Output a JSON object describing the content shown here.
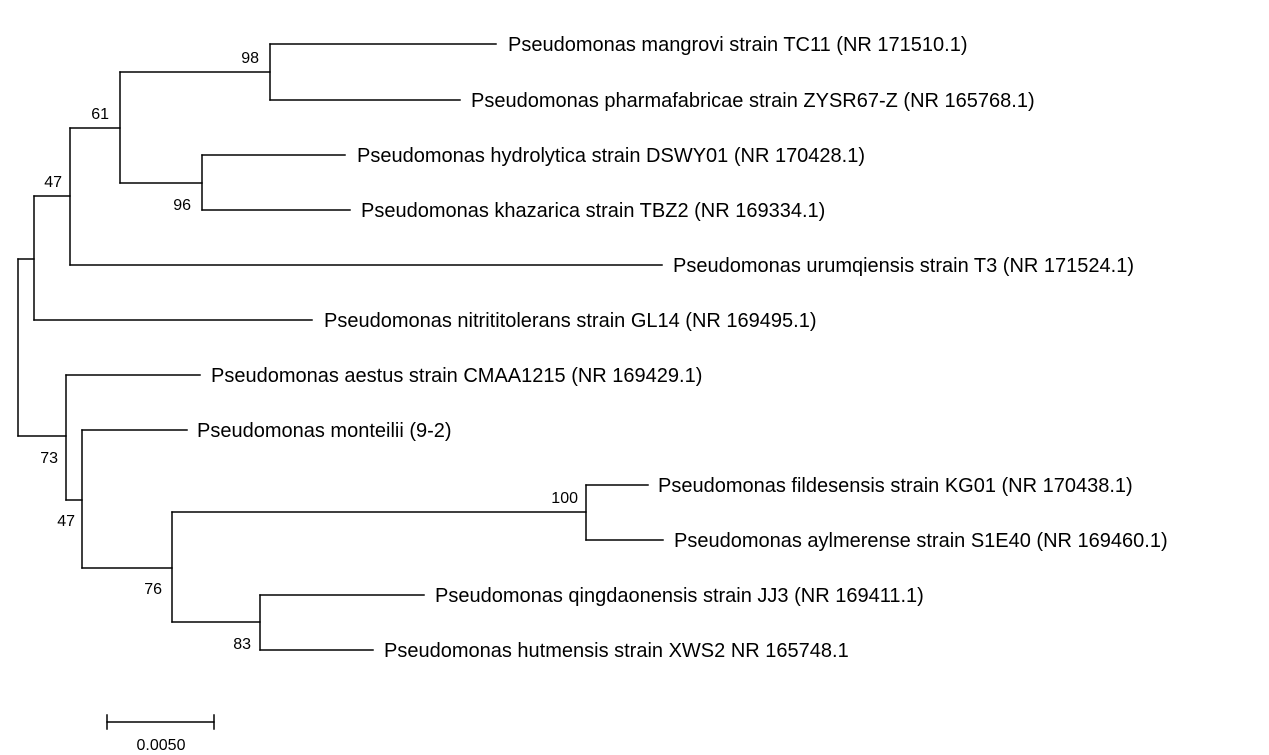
{
  "tree": {
    "taxa": [
      {
        "id": "mangrovi",
        "label": "Pseudomonas mangrovi strain TC11 (NR 171510.1)"
      },
      {
        "id": "pharmafabricae",
        "label": "Pseudomonas pharmafabricae strain ZYSR67-Z (NR 165768.1)"
      },
      {
        "id": "hydrolytica",
        "label": "Pseudomonas hydrolytica strain DSWY01 (NR 170428.1)"
      },
      {
        "id": "khazarica",
        "label": "Pseudomonas khazarica strain TBZ2 (NR 169334.1)"
      },
      {
        "id": "urumqiensis",
        "label": "Pseudomonas urumqiensis strain T3 (NR 171524.1)"
      },
      {
        "id": "nitrititolerans",
        "label": "Pseudomonas nitrititolerans strain GL14 (NR 169495.1)"
      },
      {
        "id": "aestus",
        "label": "Pseudomonas aestus strain CMAA1215 (NR 169429.1)"
      },
      {
        "id": "monteilii",
        "label": "Pseudomonas monteilii (9-2)"
      },
      {
        "id": "fildesensis",
        "label": "Pseudomonas fildesensis strain KG01 (NR 170438.1)"
      },
      {
        "id": "aylmerense",
        "label": "Pseudomonas aylmerense strain S1E40 (NR 169460.1)"
      },
      {
        "id": "qingdaonensis",
        "label": "Pseudomonas qingdaonensis strain JJ3 (NR 169411.1)"
      },
      {
        "id": "hutmensis",
        "label": "Pseudomonas hutmensis strain XWS2 NR 165748.1"
      }
    ],
    "bootstrap": {
      "mangrovi_pharmafabricae": "98",
      "clade_61": "61",
      "hydrolytica_khazarica": "96",
      "clade_47_upper": "47",
      "clade_73": "73",
      "clade_47_lower": "47",
      "clade_76": "76",
      "fildesensis_aylmerense": "100",
      "qingdaonensis_hutmensis": "83"
    },
    "scale_bar": {
      "label": "0.0050",
      "length": 0.005
    }
  }
}
